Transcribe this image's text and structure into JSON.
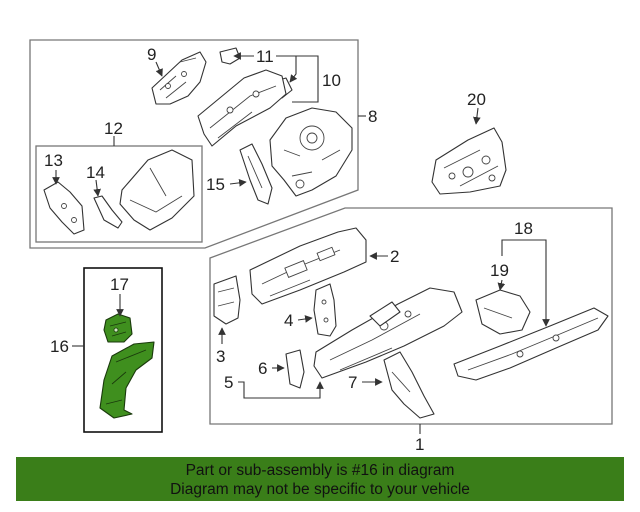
{
  "diagram": {
    "callouts": [
      "1",
      "2",
      "3",
      "4",
      "5",
      "6",
      "7",
      "8",
      "9",
      "10",
      "11",
      "12",
      "13",
      "14",
      "15",
      "16",
      "17",
      "18",
      "19",
      "20"
    ],
    "highlight_color": "#3f8f1e"
  },
  "banner": {
    "line1": "Part or sub-assembly is #16 in diagram",
    "line2": "Diagram may not be specific to your vehicle",
    "color": "#3a7e19"
  }
}
